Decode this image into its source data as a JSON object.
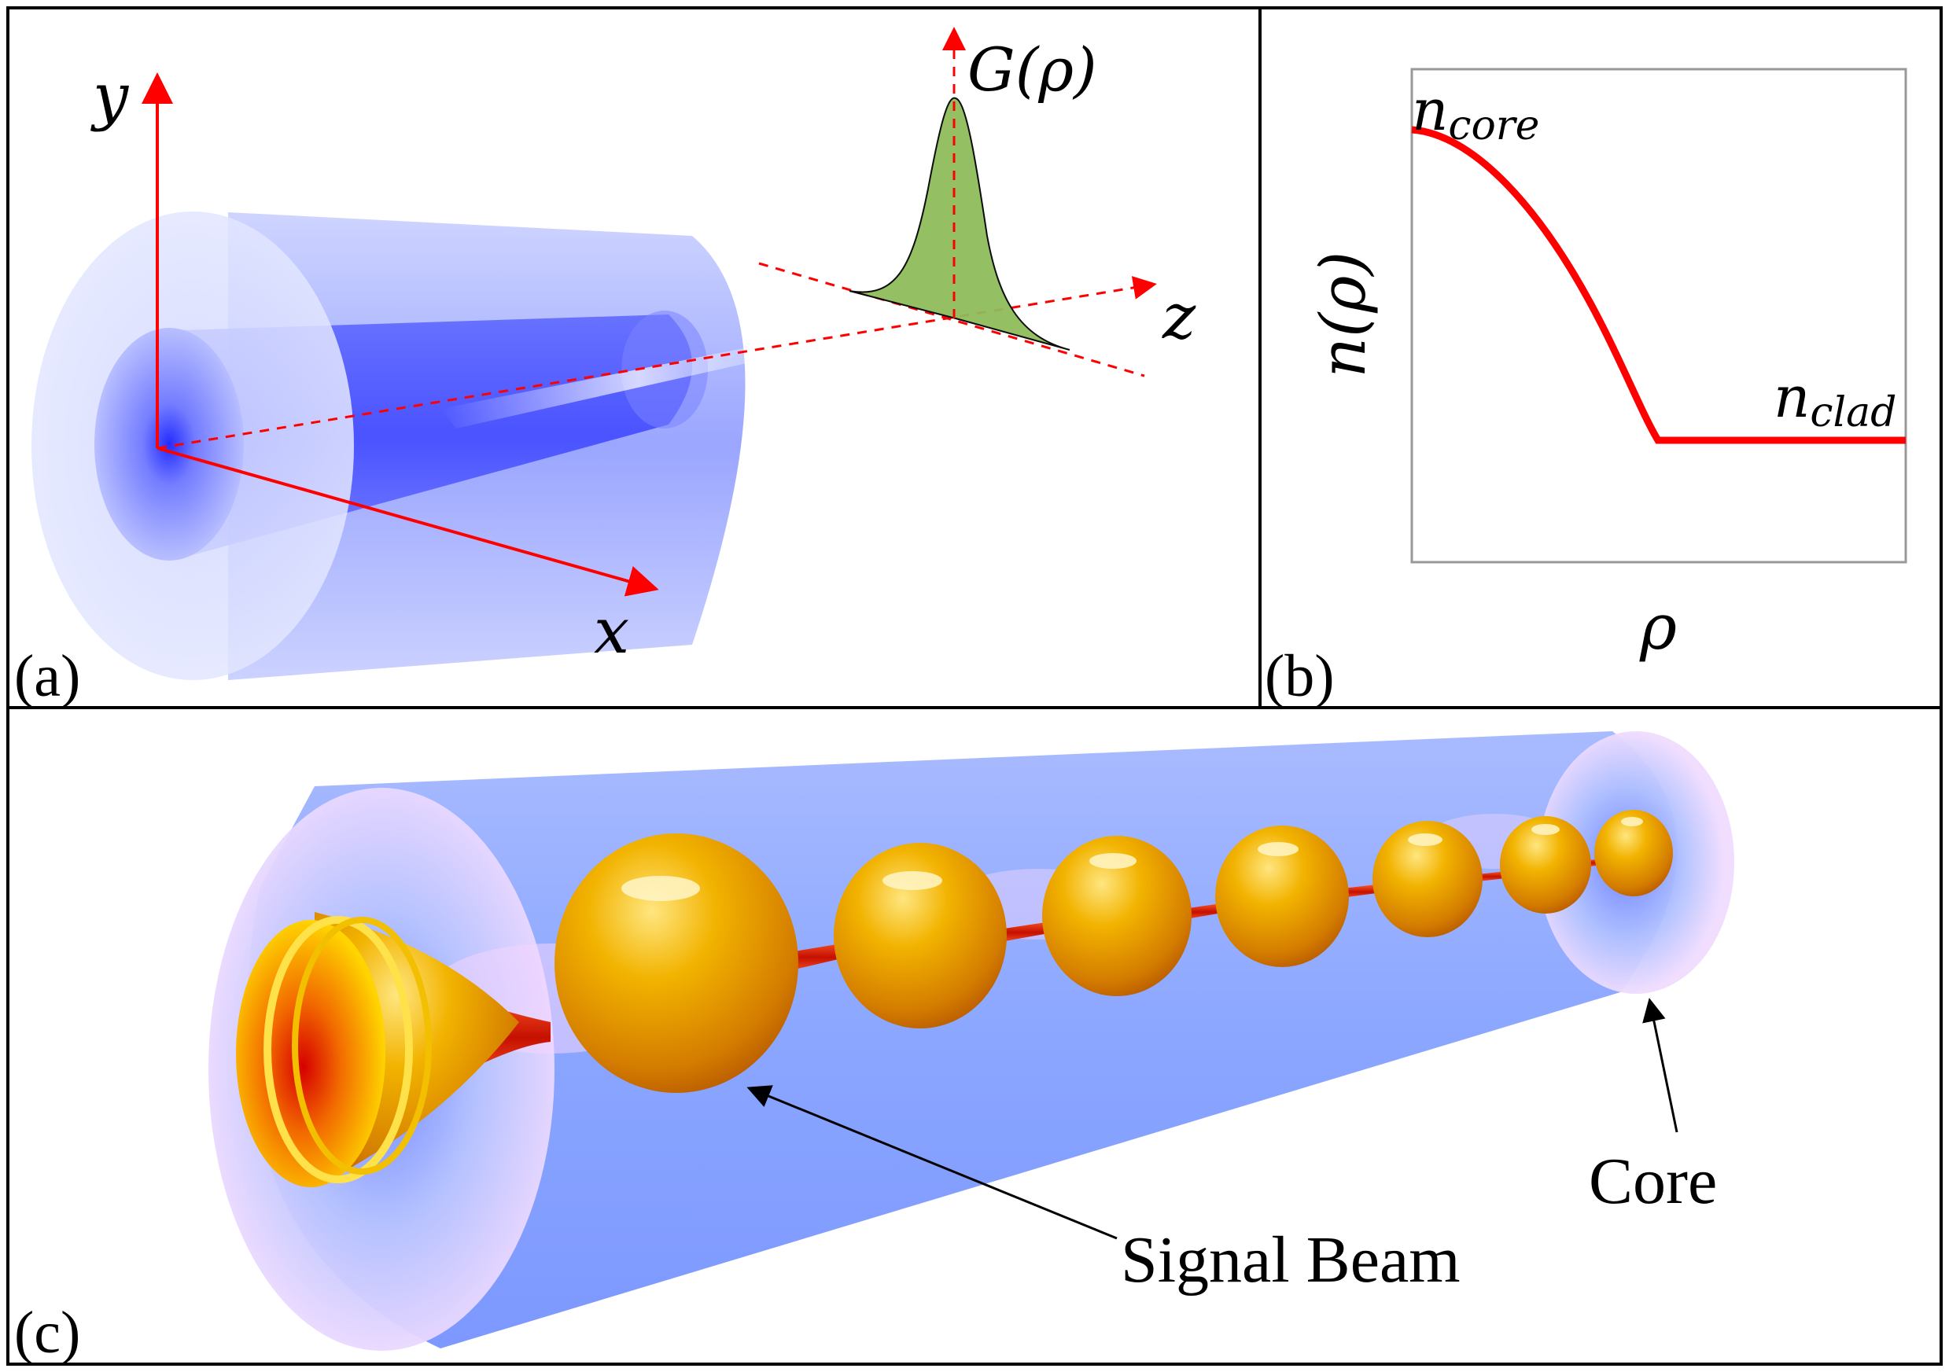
{
  "panels": {
    "a": {
      "label": "(a)",
      "axes": {
        "x": "x",
        "y": "y",
        "z": "z"
      },
      "profile_label": "G(ρ)"
    },
    "b": {
      "label": "(b)",
      "ylabel": "n(ρ)",
      "xlabel": "ρ",
      "core_label_base": "n",
      "core_label_sub": "core",
      "clad_label_base": "n",
      "clad_label_sub": "clad"
    },
    "c": {
      "label": "(c)",
      "signal_label": "Signal Beam",
      "core_label": "Core"
    }
  },
  "colors": {
    "axis": "#ff0000",
    "profile_curve": "#ff0000",
    "gaussian_fill": "#8fbc5a",
    "fiber_blue": "#6f8dff",
    "beam_orange": "#f2a300",
    "beam_red": "#e5200a"
  }
}
